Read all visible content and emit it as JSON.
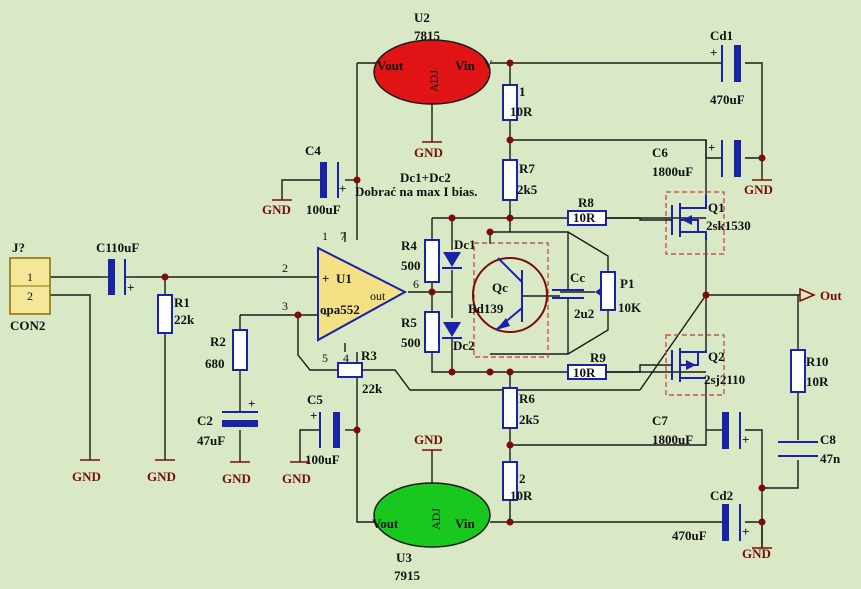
{
  "connector": {
    "ref": "J?",
    "type": "CON2",
    "pin1": "1",
    "pin2": "2"
  },
  "gnd_label": "GND",
  "out_label": "Out",
  "opamp": {
    "ref": "U1",
    "value": "opa552",
    "out_pin": "out",
    "plus": "+",
    "minus": "-",
    "pin1": "1",
    "pin2": "2",
    "pin3": "3",
    "pin4": "4",
    "pin5": "5",
    "pin6": "6",
    "pin7": "7"
  },
  "regulators": {
    "top": {
      "ref": "U2",
      "value": "7815",
      "vout": "Vout",
      "adj": "ADJ",
      "vin": "Vin",
      "v": "V",
      "color": "#e01414"
    },
    "bottom": {
      "ref": "U3",
      "value": "7915",
      "vout": "Vout",
      "adj": "ADJ",
      "vin": "Vin",
      "color": "#18c81e"
    }
  },
  "resistors": {
    "r1": {
      "ref": "R1",
      "value": "22k"
    },
    "r2": {
      "ref": "R2",
      "value": "680"
    },
    "r3": {
      "ref": "R3",
      "value": "22k"
    },
    "r4": {
      "ref": "R4",
      "value": "500"
    },
    "r5": {
      "ref": "R5",
      "value": "500"
    },
    "r6": {
      "ref": "R6",
      "value": "2k5"
    },
    "r7": {
      "ref": "R7",
      "value": "2k5"
    },
    "r8": {
      "ref": "R8",
      "value": "10R"
    },
    "r9": {
      "ref": "R9",
      "value": "10R"
    },
    "r10": {
      "ref": "R10",
      "value": "10R"
    },
    "rtop": {
      "ref": "1",
      "value": "10R"
    },
    "rbot": {
      "ref": "2",
      "value": "10R"
    }
  },
  "capacitors": {
    "c1": {
      "label": "C110uF"
    },
    "c2": {
      "ref": "C2",
      "value": "47uF"
    },
    "c4": {
      "ref": "C4",
      "value": "100uF"
    },
    "c5": {
      "ref": "C5",
      "value": "100uF"
    },
    "c6": {
      "ref": "C6",
      "value": "1800uF"
    },
    "c7": {
      "ref": "C7",
      "value": "1800uF"
    },
    "c8": {
      "ref": "C8",
      "value": "47n"
    },
    "cc": {
      "ref": "Cc",
      "value": "2u2"
    },
    "cd1": {
      "ref": "Cd1",
      "value": "470uF"
    },
    "cd2": {
      "ref": "Cd2",
      "value": "470uF"
    }
  },
  "transistors": {
    "q1": {
      "ref": "Q1",
      "value": "2sk1530"
    },
    "q2": {
      "ref": "Q2",
      "value": "2sj2110"
    },
    "qc": {
      "ref": "Qc",
      "value": "Bd139"
    }
  },
  "diodes": {
    "dc1": "Dc1",
    "dc2": "Dc2"
  },
  "pot": {
    "ref": "P1",
    "value": "10K"
  },
  "note": {
    "line1": "Dc1+Dc2",
    "line2": "Dobrać na max I bias."
  }
}
